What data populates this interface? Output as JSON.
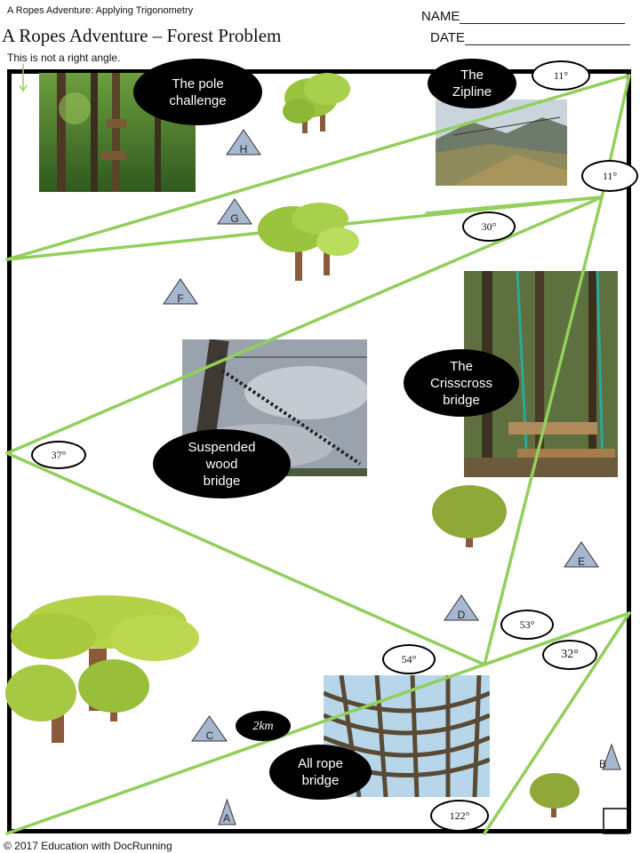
{
  "header": {
    "small_title": "A Ropes Adventure: Applying Trigonometry",
    "title": "A Ropes Adventure – Forest Problem",
    "name_label": "NAME",
    "date_label": "DATE",
    "note": "This is not a right angle."
  },
  "footer": {
    "copyright": "© 2017 Education with DocRunning"
  },
  "callouts": {
    "pole": "The pole challenge",
    "zipline_1": "The",
    "zipline_2": "Zipline",
    "crisscross_1": "The",
    "crisscross_2": "Crisscross",
    "crisscross_3": "bridge",
    "suspended_1": "Suspended",
    "suspended_2": "wood",
    "suspended_3": "bridge",
    "allrope_1": "All rope",
    "allrope_2": "bridge",
    "distance": "2km"
  },
  "angles": {
    "a11_top": "11°",
    "a11_right": "11°",
    "a30": "30°",
    "a37": "37°",
    "a53": "53°",
    "a32": "32°",
    "a54": "54°",
    "a122": "122°"
  },
  "points": {
    "a": "A",
    "b": "B",
    "c": "C",
    "d": "D",
    "e": "E",
    "f": "F",
    "g": "G",
    "h": "H"
  },
  "colors": {
    "line": "#92cf5c",
    "marker": "#a7b7cf",
    "oval": "#000000"
  }
}
